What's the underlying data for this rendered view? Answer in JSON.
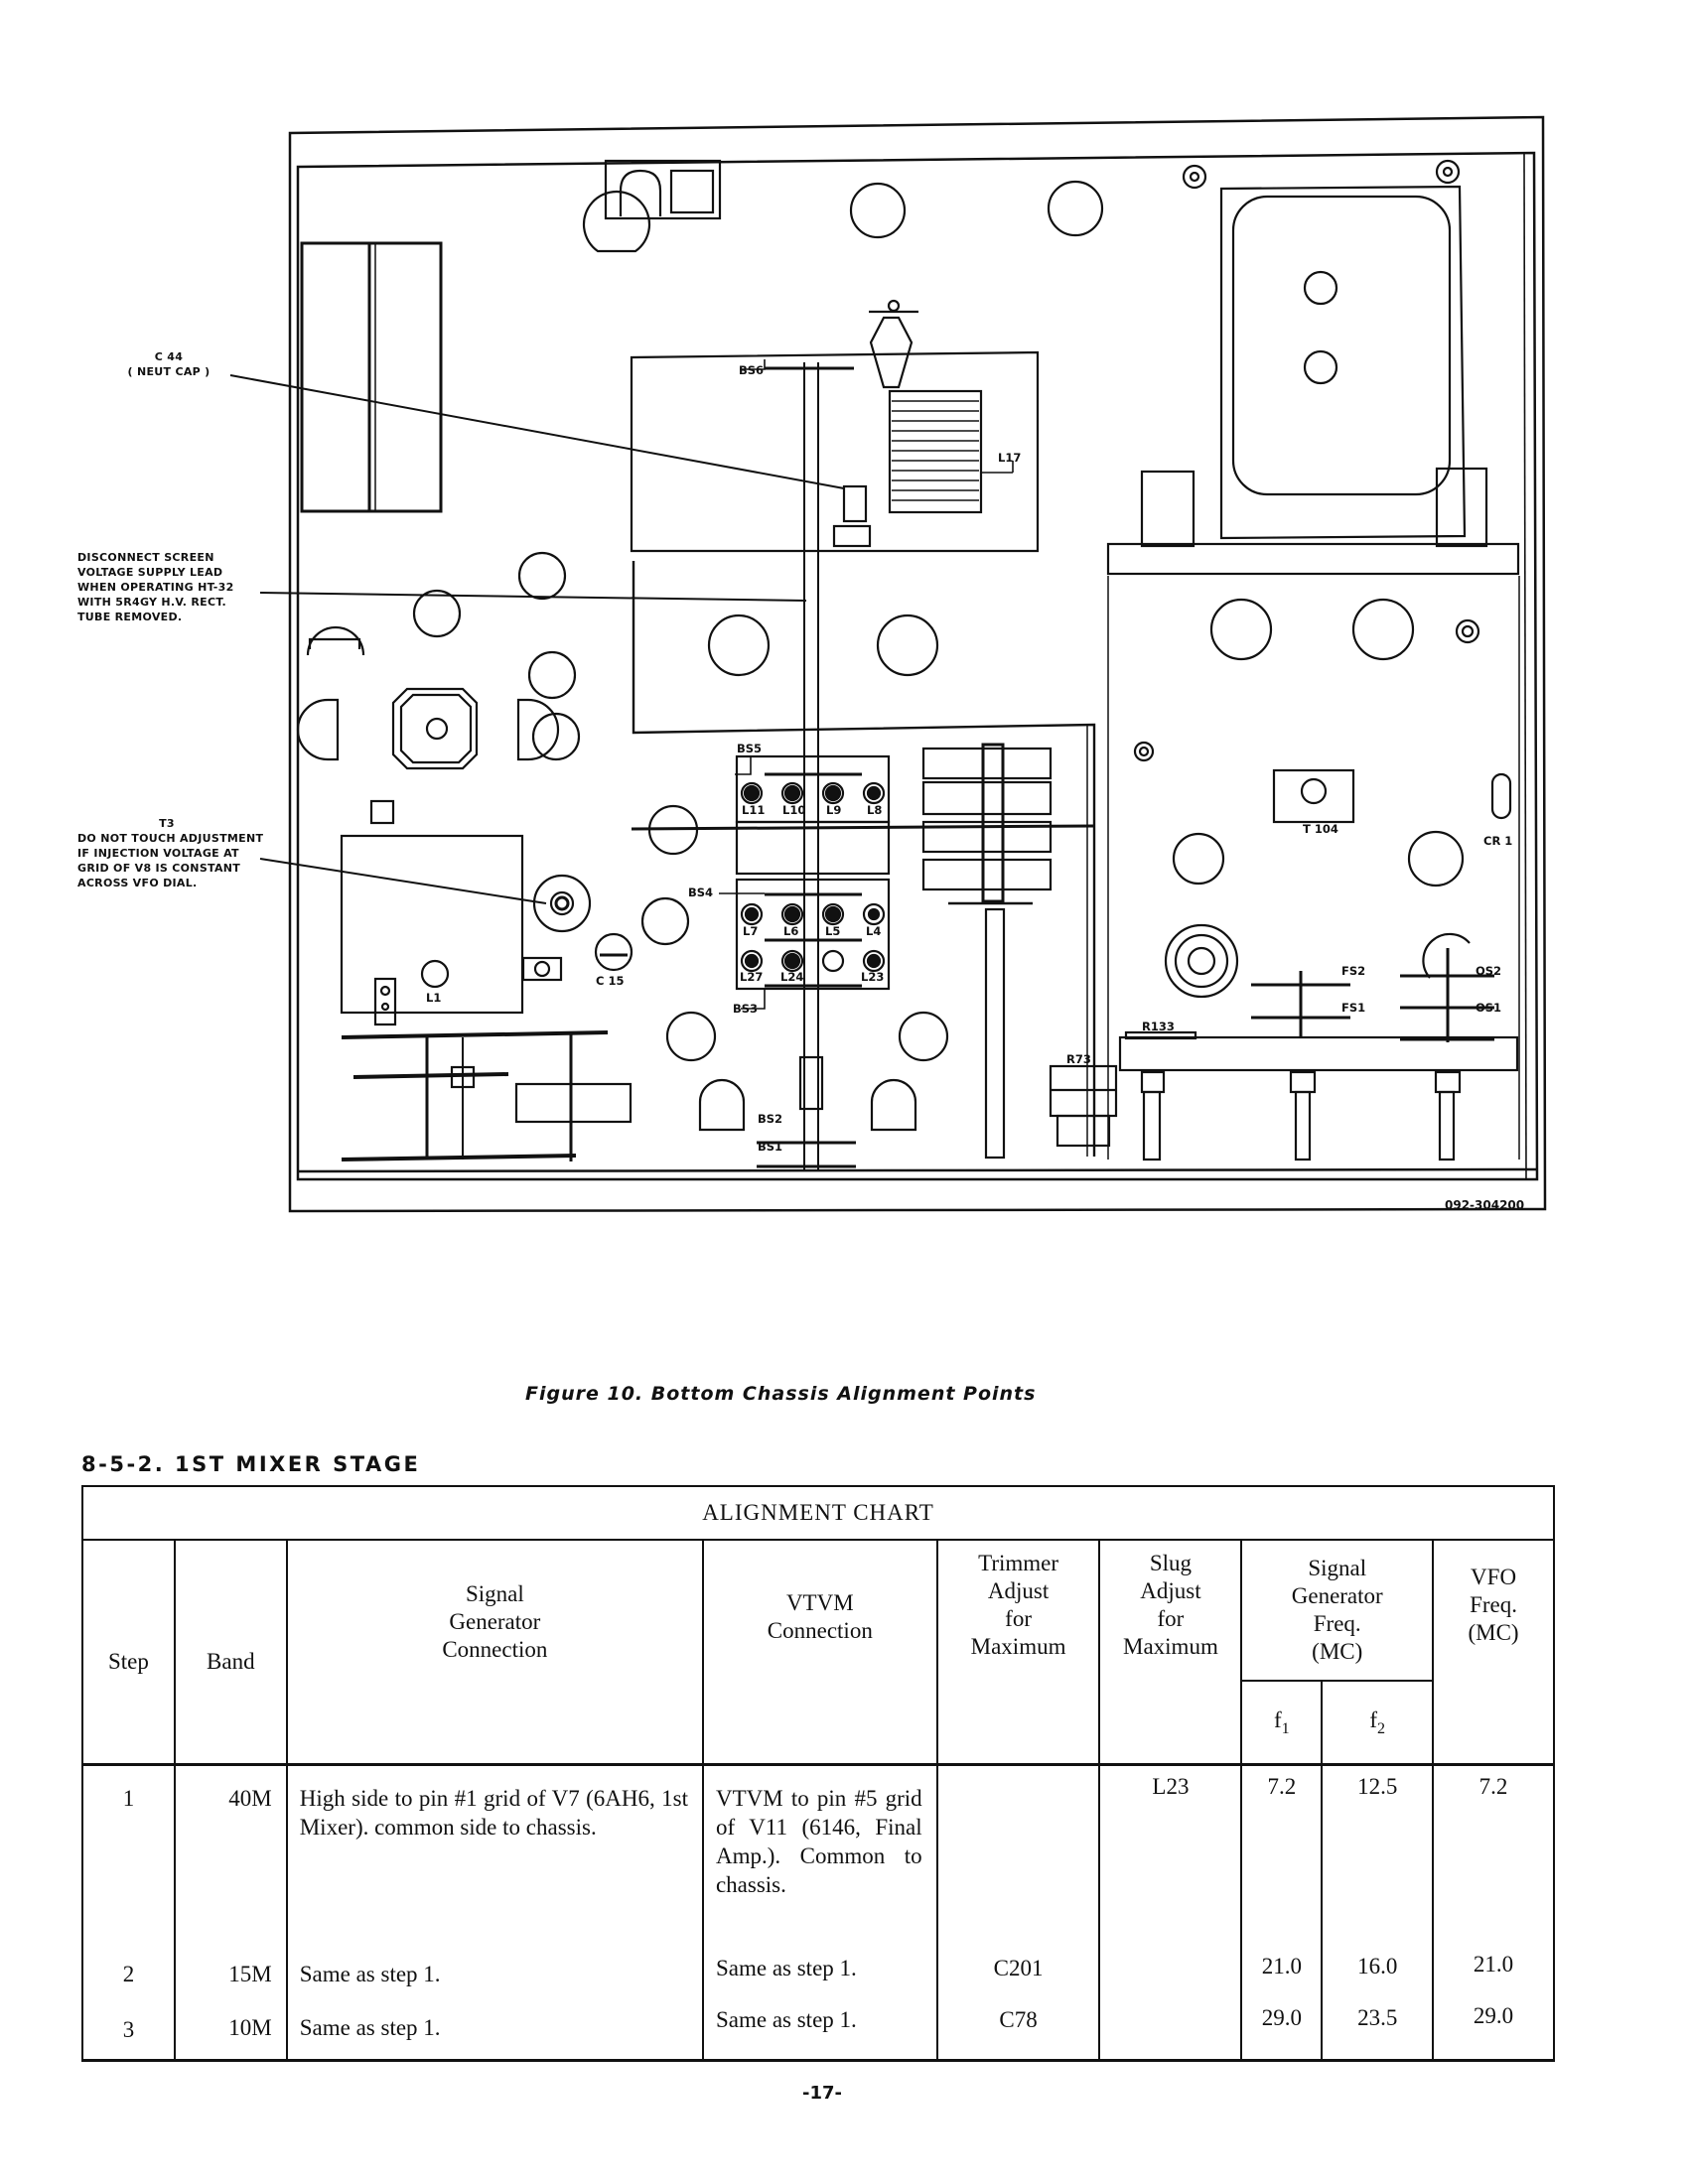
{
  "figure": {
    "title": "Figure 10. Bottom Chassis Alignment Points",
    "drawing_number": "092-304200",
    "callouts": {
      "c44": [
        "C 44",
        "( NEUT CAP )"
      ],
      "screen_lead": [
        "DISCONNECT SCREEN",
        "VOLTAGE SUPPLY LEAD",
        "WHEN OPERATING HT-32",
        "WITH 5R4GY H.V. RECT.",
        "TUBE REMOVED."
      ],
      "t3": [
        "T3",
        "DO NOT TOUCH ADJUSTMENT",
        "IF INJECTION VOLTAGE AT",
        "GRID OF V8 IS CONSTANT",
        "ACROSS VFO DIAL."
      ]
    },
    "component_labels": {
      "bs6": "BS6",
      "l17": "L17",
      "bs5": "BS5",
      "l11": "L11",
      "l10": "L10",
      "l9": "L9",
      "l8": "L8",
      "bs4": "BS4",
      "l7": "L7",
      "l6": "L6",
      "l5": "L5",
      "l4": "L4",
      "l27": "L27",
      "l24": "L24",
      "l23": "L23",
      "bs3": "BS3",
      "bs2": "BS2",
      "bs1": "BS1",
      "l1": "L1",
      "c15": "C 15",
      "r73": "R73",
      "r133": "R133",
      "t104": "T 104",
      "cr1": "CR 1",
      "fs2": "FS2",
      "fs1": "FS1",
      "os2": "OS2",
      "os1": "OS1"
    }
  },
  "section": {
    "heading": "8-5-2. 1ST MIXER STAGE"
  },
  "alignment_chart": {
    "title": "ALIGNMENT CHART",
    "headers": {
      "step": "Step",
      "band": "Band",
      "sig_gen_connection": [
        "Signal",
        "Generator",
        "Connection"
      ],
      "vtvm_connection": [
        "VTVM",
        "Connection"
      ],
      "trimmer": [
        "Trimmer",
        "Adjust",
        "for",
        "Maximum"
      ],
      "slug": [
        "Slug",
        "Adjust",
        "for",
        "Maximum"
      ],
      "sig_gen_freq": [
        "Signal",
        "Generator",
        "Freq.",
        "(MC)"
      ],
      "f1": "f",
      "f1_sub": "1",
      "f2": "f",
      "f2_sub": "2",
      "vfo_freq": [
        "VFO",
        "Freq.",
        "(MC)"
      ]
    },
    "rows": [
      {
        "step": "1",
        "band": "40M",
        "sig_gen_connection": "High side to pin #1 grid of V7 (6AH6, 1st Mixer). common side to chassis.",
        "vtvm_connection": "VTVM to pin #5 grid of V11 (6146, Final Amp.). Common to chassis.",
        "trimmer": "",
        "slug": "L23",
        "f1": "7.2",
        "f2": "12.5",
        "vfo": "7.2"
      },
      {
        "step": "2",
        "band": "15M",
        "sig_gen_connection": "Same as step 1.",
        "vtvm_connection": "Same as step 1.",
        "trimmer": "C201",
        "slug": "",
        "f1": "21.0",
        "f2": "16.0",
        "vfo": "21.0"
      },
      {
        "step": "3",
        "band": "10M",
        "sig_gen_connection": "Same as step 1.",
        "vtvm_connection": "Same as step 1.",
        "trimmer": "C78",
        "slug": "",
        "f1": "29.0",
        "f2": "23.5",
        "vfo": "29.0"
      }
    ]
  },
  "page_number": "-17-"
}
